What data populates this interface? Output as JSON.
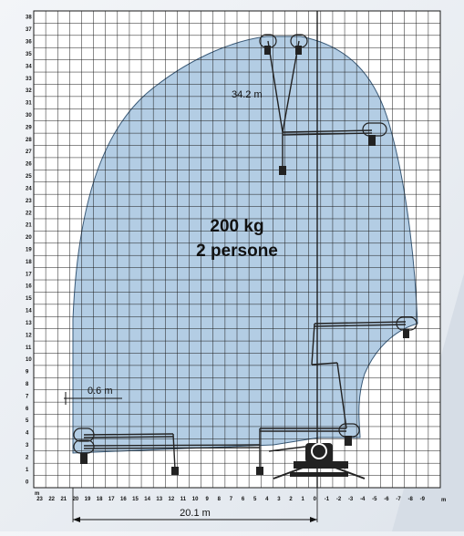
{
  "diagram": {
    "load_line1": "200 kg",
    "load_line2": "2 persone",
    "dim_height": "34.2 m",
    "dim_offset": "0.6 m",
    "dim_outreach": "20.1 m",
    "y_ticks": [
      "0",
      "1",
      "2",
      "3",
      "4",
      "5",
      "6",
      "7",
      "8",
      "9",
      "10",
      "11",
      "12",
      "13",
      "14",
      "15",
      "16",
      "17",
      "18",
      "19",
      "20",
      "21",
      "22",
      "23",
      "24",
      "25",
      "26",
      "27",
      "28",
      "29",
      "30",
      "31",
      "32",
      "33",
      "34",
      "35",
      "36",
      "37",
      "38"
    ],
    "y_unit": "m",
    "x_ticks": [
      "23",
      "22",
      "21",
      "20",
      "19",
      "18",
      "17",
      "16",
      "15",
      "14",
      "13",
      "12",
      "11",
      "10",
      "9",
      "8",
      "7",
      "6",
      "5",
      "4",
      "3",
      "2",
      "1",
      "0",
      "-1",
      "-2",
      "-3",
      "-4",
      "-5",
      "-6",
      "-7",
      "-8",
      "-9"
    ],
    "x_unit": "m",
    "colors": {
      "envelope": "#b3cde4",
      "grid": "#1a1a1a",
      "background": "#eef1f5"
    }
  }
}
